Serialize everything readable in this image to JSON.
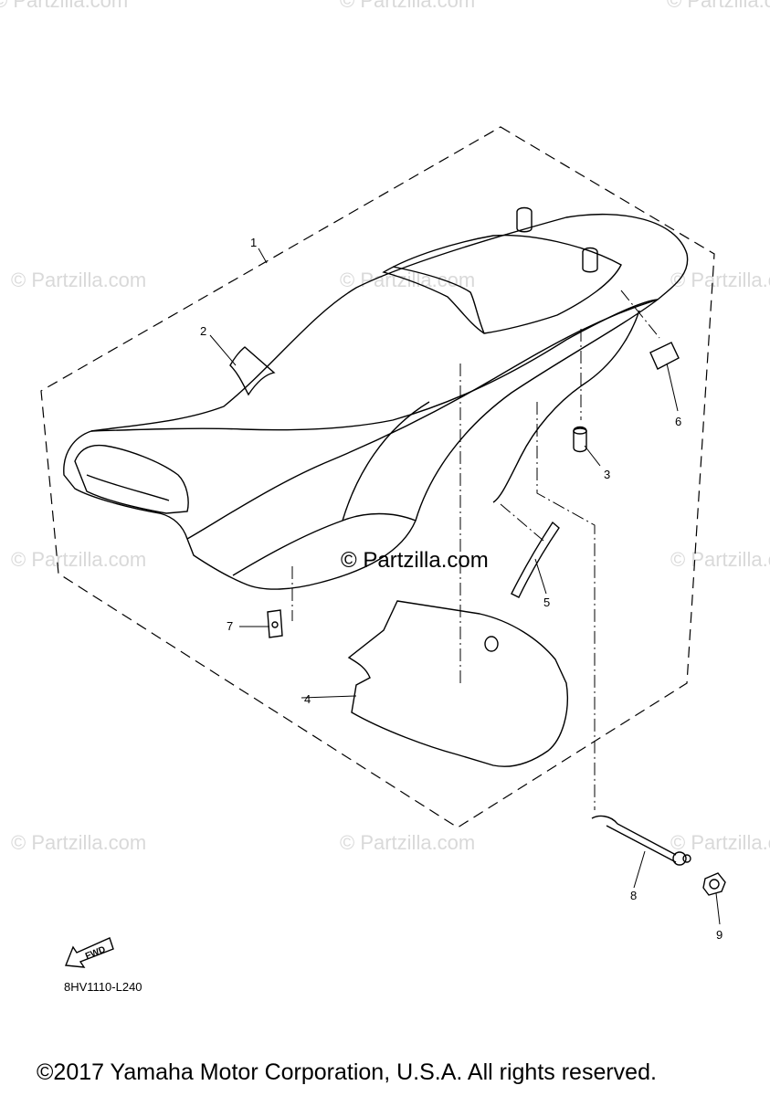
{
  "watermark": "© Partzilla.com",
  "center_watermark": "© Partzilla.com",
  "callouts": [
    "1",
    "2",
    "3",
    "4",
    "5",
    "6",
    "7",
    "8",
    "9"
  ],
  "fwd_label": "FWD",
  "diagram_code": "8HV1110-L240",
  "copyright": "©2017 Yamaha Motor Corporation, U.S.A. All rights reserved."
}
